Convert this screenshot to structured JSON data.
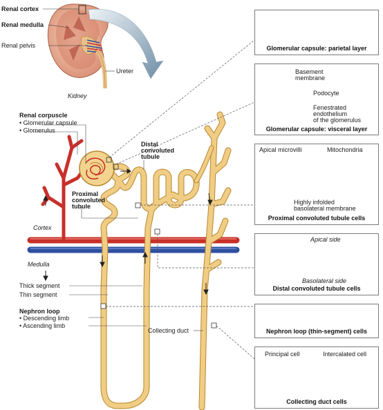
{
  "kidney": {
    "renal_cortex": "Renal cortex",
    "renal_medulla": "Renal medulla",
    "renal_pelvis": "Renal pelvis",
    "ureter": "Ureter",
    "kidney": "Kidney"
  },
  "corpuscle": {
    "title": "Renal corpuscle",
    "items": [
      "• Glomerular capsule",
      "• Glomerulus"
    ]
  },
  "tubules": {
    "distal": [
      "Distal",
      "convoluted",
      "tubule"
    ],
    "proximal": [
      "Proximal",
      "convoluted",
      "tubule"
    ]
  },
  "regions": {
    "cortex": "Cortex",
    "medulla": "Medulla"
  },
  "loop": {
    "thick": "Thick segment",
    "thin": "Thin segment",
    "title": "Nephron loop",
    "descending": "• Descending limb",
    "ascending": "• Ascending limb"
  },
  "collecting_duct": "Collecting duct",
  "panels": {
    "parietal": {
      "caption": "Glomerular capsule: parietal layer"
    },
    "visceral": {
      "caption": "Glomerular capsule: visceral layer",
      "basement": [
        "Basement",
        "membrane"
      ],
      "podocyte": "Podocyte",
      "fenestrated": [
        "Fenestrated",
        "endothelium",
        "of the glomerulus"
      ]
    },
    "pct": {
      "caption": "Proximal convoluted tubule cells",
      "microvilli": "Apical microvilli",
      "mito": "Mitochondria",
      "infolded": [
        "Highly infolded",
        "basolateral membrane"
      ]
    },
    "dct": {
      "caption": "Distal convoluted tubule cells",
      "apical": "Apical side",
      "basolateral": "Basolateral side"
    },
    "loop": {
      "caption": "Nephron loop (thin-segment) cells"
    },
    "cd": {
      "caption": "Collecting duct cells",
      "principal": "Principal cell",
      "intercalated": "Intercalated cell"
    }
  },
  "colors": {
    "tubule": "#f0cd84",
    "tubule_edge": "#b8862e",
    "artery": "#c8302a",
    "vein": "#2f4fa0",
    "nucleus": "#c25aa0",
    "cell": "#f0a95a"
  }
}
